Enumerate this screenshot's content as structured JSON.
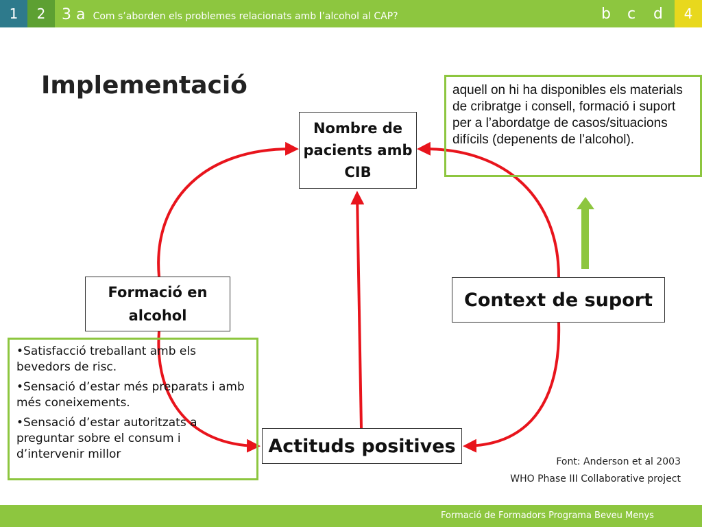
{
  "header": {
    "tab1": "1",
    "tab2": "2",
    "topic_letter": "3 a",
    "topic_text": "Com s’aborden els problemes relacionats amb l’alcohol al CAP?",
    "sub_b": "b",
    "sub_c": "c",
    "sub_d": "d",
    "tab4": "4"
  },
  "title": "Implementació",
  "diagram": {
    "nombre": "Nombre de pacients amb CIB",
    "formacio": "Formació en alcohol",
    "context": "Context de suport",
    "actituds": "Actituds positives",
    "context_note": "aquell on hi ha disponibles els materials de cribratge i consell, formació i suport per a l’abordatge de casos/situacions difícils (depenents de l’alcohol).",
    "effects": [
      "•Satisfacció treballant amb els bevedors de risc.",
      "•Sensació d’estar més preparats i amb més coneixements.",
      "•Sensació d’estar autoritzats a preguntar sobre el consum i d’intervenir millor"
    ]
  },
  "source": {
    "line1": "Font: Anderson et al 2003",
    "line2": "WHO Phase III Collaborative project"
  },
  "footer": "Formació de Formadors Programa Beveu Menys",
  "colors": {
    "accent_green": "#8dc63f",
    "tab1": "#2e7a8c",
    "tab2": "#5da032",
    "tab4": "#e8d81d",
    "arrow_red": "#e8141c"
  }
}
